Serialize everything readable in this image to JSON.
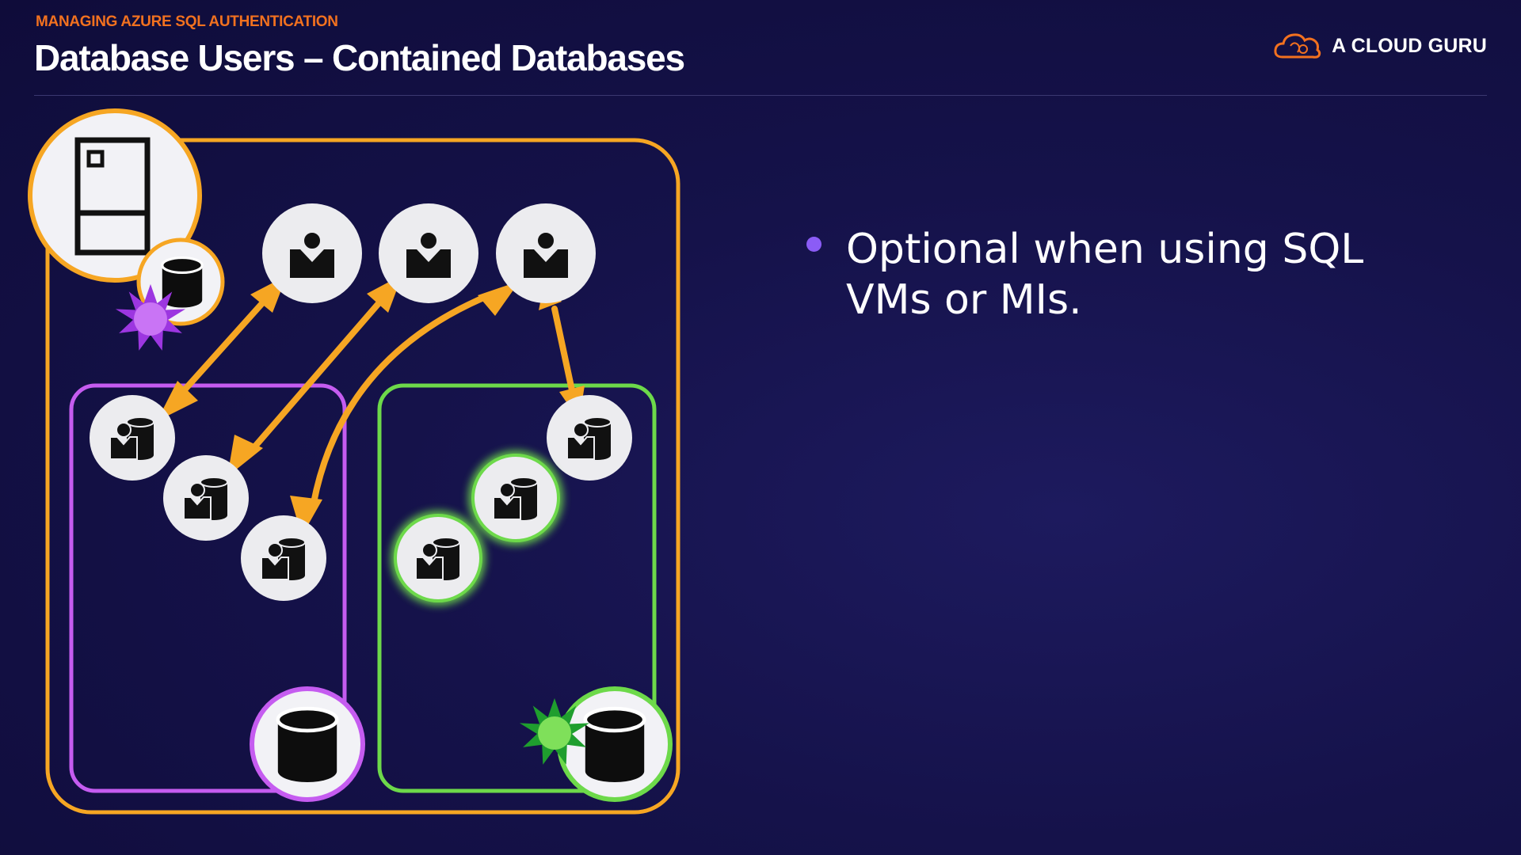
{
  "header": {
    "eyebrow": "MANAGING AZURE SQL AUTHENTICATION",
    "title": "Database Users – Contained Databases",
    "brand": "A CLOUD GURU"
  },
  "content": {
    "bullets": [
      "Optional when using SQL VMs or MIs."
    ]
  },
  "colors": {
    "background": "#15124a",
    "accent_orange": "#f6a623",
    "accent_purple": "#c55cf0",
    "accent_green": "#6dd94a",
    "eyebrow_orange": "#f2711f",
    "bullet": "#8b5cf6"
  },
  "icons": {
    "server": "server-icon",
    "database": "database-icon",
    "user": "user-icon",
    "contained_user": "contained-user-icon",
    "burst": "burst-icon",
    "logo": "cloud-guru-logo"
  }
}
